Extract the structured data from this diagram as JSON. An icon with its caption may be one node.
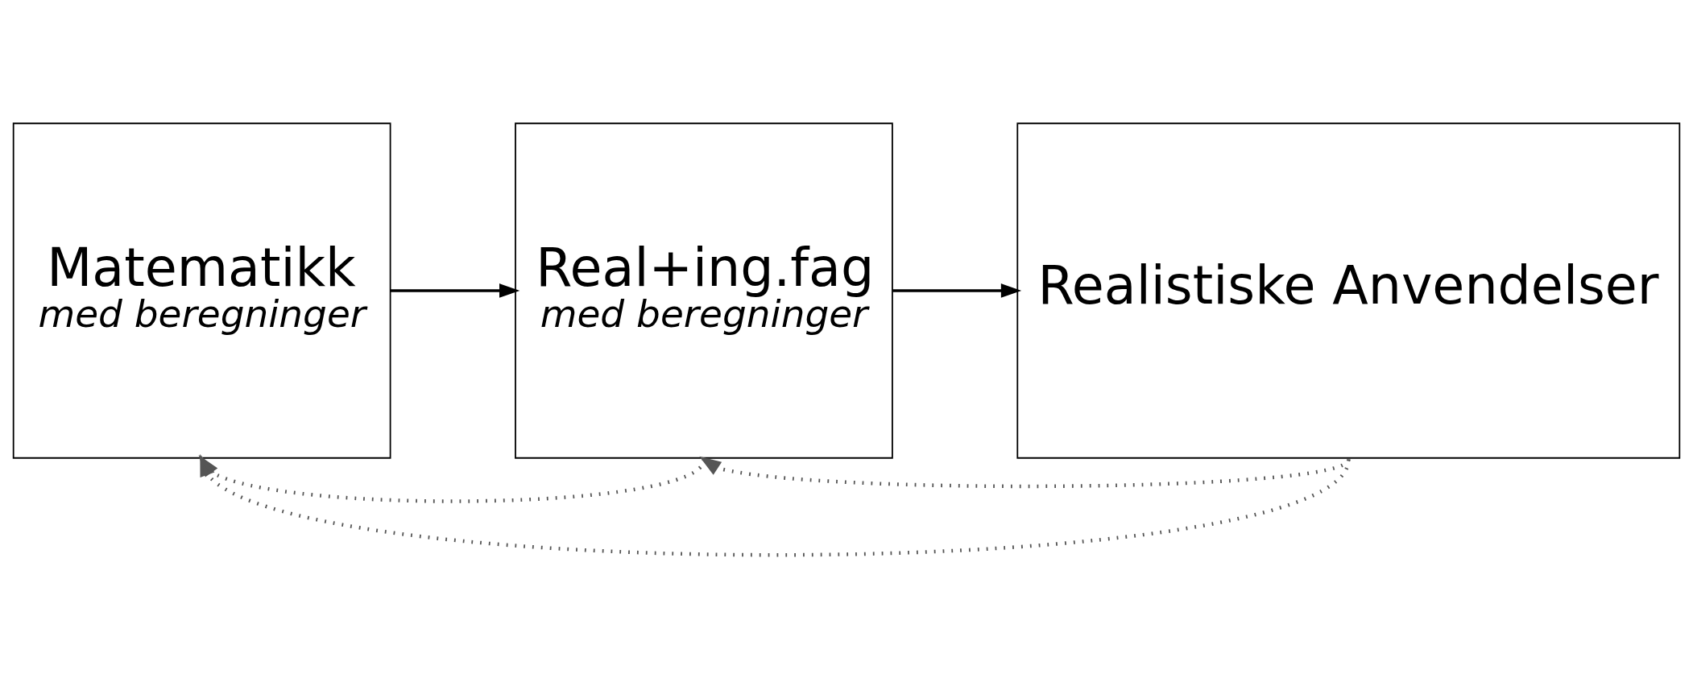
{
  "diagram": {
    "nodes": [
      {
        "text": [
          "Matematikk",
          "med beregninger"
        ]
      },
      {
        "text": [
          "Real+ing.fag",
          "med beregninger"
        ]
      },
      {
        "text": [
          "Realistiske Anvendelser"
        ]
      }
    ],
    "edges": [
      {
        "from": 0,
        "to": 1,
        "arrow": "to"
      },
      {
        "from": 1,
        "to": 2,
        "arrow": "to"
      },
      {
        "from": 1,
        "to": 0,
        "arrow": "to",
        "style": "dashed",
        "color": "#555555"
      },
      {
        "from": 2,
        "to": 1,
        "arrow": "to",
        "style": "dashed",
        "color": "#555555"
      },
      {
        "from": 2,
        "to": 0,
        "arrow": "to",
        "style": "dashed",
        "color": "#555555"
      }
    ]
  }
}
